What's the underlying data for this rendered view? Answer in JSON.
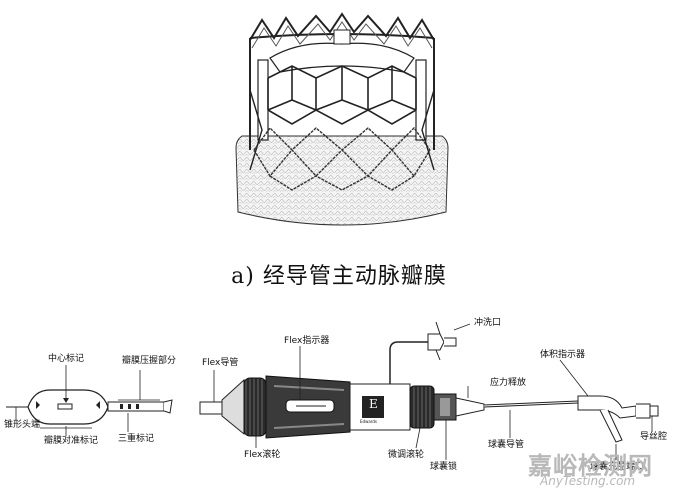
{
  "caption": "a) 经导管主动脉瓣膜",
  "left_device": {
    "labels": {
      "center_mark": "中心标记",
      "valve_crimp_section": "瓣膜压握部分",
      "tapered_tip": "锥形头端",
      "triple_mark": "三重标记",
      "valve_alignment_mark": "瓣膜对准标记"
    }
  },
  "right_device": {
    "labels": {
      "flex_indicator": "Flex指示器",
      "flush_port": "冲洗口",
      "flex_catheter": "Flex导管",
      "volume_indicator": "体积指示器",
      "stress_release": "应力释放",
      "fine_adjust_wheel": "微调滚轮",
      "balloon_catheter": "球囊导管",
      "guidewire_lumen": "导丝腔",
      "flex_wheel": "Flex滚轮",
      "balloon_lock": "球囊锁",
      "balloon_inflation_port": "球囊充盈端口"
    },
    "logo_letter": "E",
    "logo_text": "Edwards"
  },
  "watermark": {
    "main": "嘉峪检测网",
    "sub": "AnyTesting.com"
  }
}
